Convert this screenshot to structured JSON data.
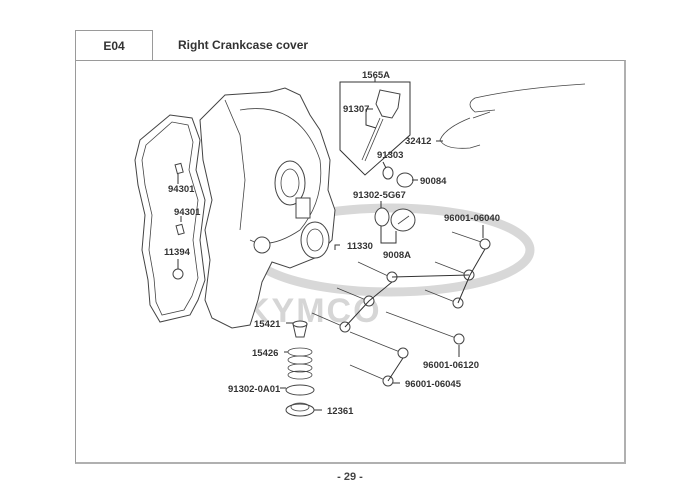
{
  "header": {
    "section_code": "E04",
    "title": "Right Crankcase cover"
  },
  "watermark": "KYMCO",
  "callouts": [
    {
      "id": "1565A",
      "label": "1565A"
    },
    {
      "id": "91307",
      "label": "91307"
    },
    {
      "id": "32412",
      "label": "32412"
    },
    {
      "id": "91303",
      "label": "91303"
    },
    {
      "id": "90084",
      "label": "90084"
    },
    {
      "id": "91302-5G67",
      "label": "91302-5G67"
    },
    {
      "id": "9008A",
      "label": "9008A"
    },
    {
      "id": "96001-06040",
      "label": "96001-06040"
    },
    {
      "id": "94301a",
      "label": "94301"
    },
    {
      "id": "94301b",
      "label": "94301"
    },
    {
      "id": "11394",
      "label": "11394"
    },
    {
      "id": "11330",
      "label": "11330"
    },
    {
      "id": "15421",
      "label": "15421"
    },
    {
      "id": "15426",
      "label": "15426"
    },
    {
      "id": "91302-0A01",
      "label": "91302-0A01"
    },
    {
      "id": "12361",
      "label": "12361"
    },
    {
      "id": "96001-06120",
      "label": "96001-06120"
    },
    {
      "id": "96001-06045",
      "label": "96001-06045"
    }
  ],
  "footer": {
    "page_number": "- 29 -"
  }
}
